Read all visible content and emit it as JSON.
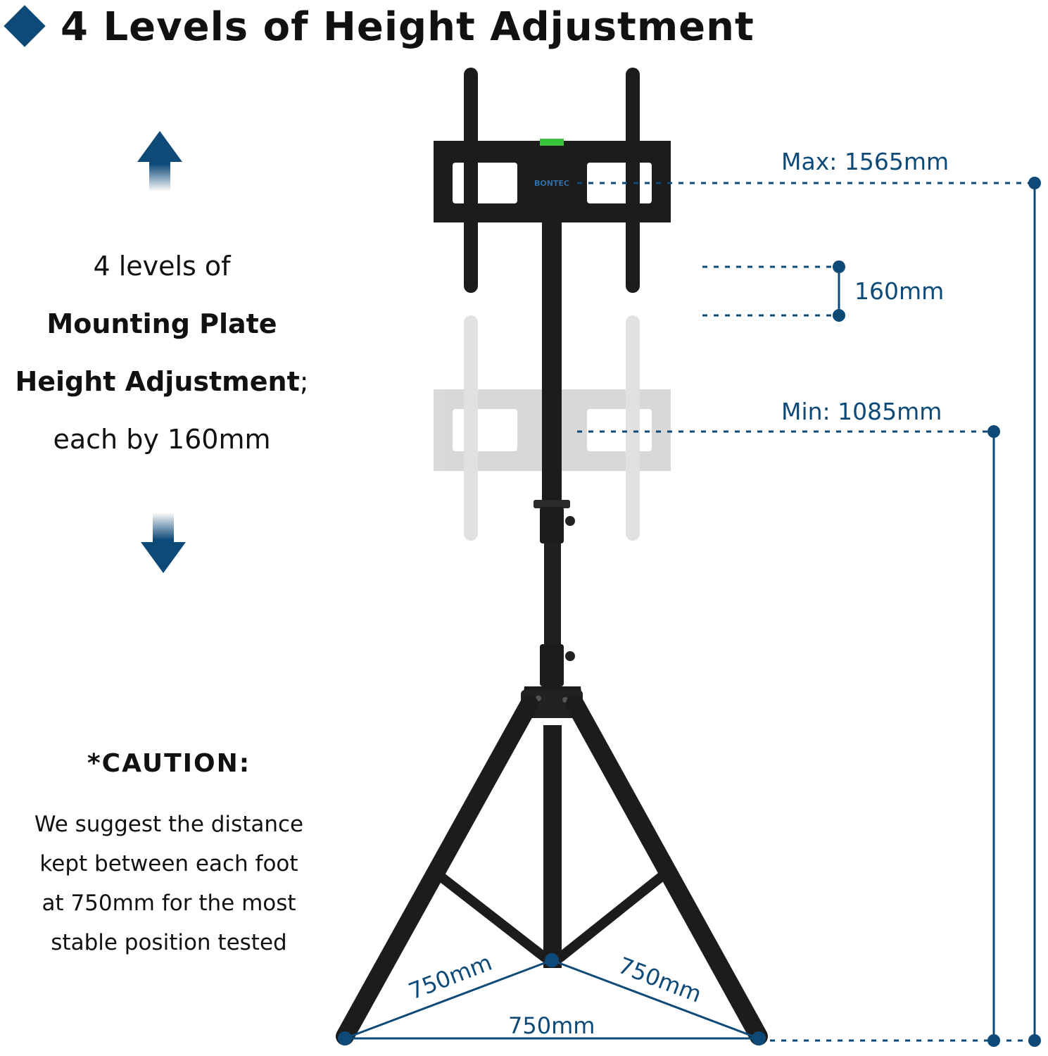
{
  "title": "4 Levels of Height Adjustment",
  "left_panel": {
    "line1": "4 levels of",
    "line2": "Mounting Plate",
    "line3_bold": "Height Adjustment",
    "line3_tail": ";",
    "line4": "each by 160mm"
  },
  "caution": {
    "title": "*CAUTION:",
    "lines": [
      "We suggest the distance",
      "kept between each foot",
      "at 750mm for the most",
      "stable position tested"
    ]
  },
  "dimensions": {
    "max": "Max: 1565mm",
    "step": "160mm",
    "min": "Min: 1085mm",
    "foot_left": "750mm",
    "foot_right": "750mm",
    "foot_bottom": "750mm"
  },
  "brand_logo": "BONTEC",
  "colors": {
    "accent": "#0e4a78",
    "stand": "#1c1c1c",
    "ghost": "#c8c8c8",
    "level": "#3cc23c"
  },
  "icons": {
    "up": "arrow-up-icon",
    "down": "arrow-down-icon",
    "bullet": "diamond-bullet-icon"
  }
}
